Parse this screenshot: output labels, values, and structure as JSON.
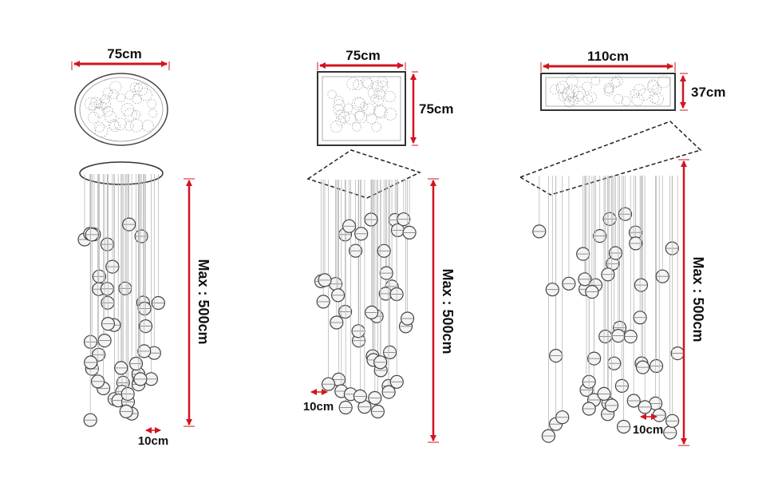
{
  "colors": {
    "dimension": "#d2141e",
    "outline": "#333333",
    "wire": "#b8b8b8",
    "text": "#111111"
  },
  "fixtures": [
    {
      "shape": "round",
      "width_label": "75cm",
      "max_label": "Max : 500cm",
      "ball_label": "10cm"
    },
    {
      "shape": "square",
      "width_label": "75cm",
      "depth_label": "75cm",
      "max_label": "Max : 500cm",
      "ball_label": "10cm"
    },
    {
      "shape": "rectangle",
      "width_label": "110cm",
      "depth_label": "37cm",
      "max_label": "Max : 500cm",
      "ball_label": "10cm"
    }
  ]
}
